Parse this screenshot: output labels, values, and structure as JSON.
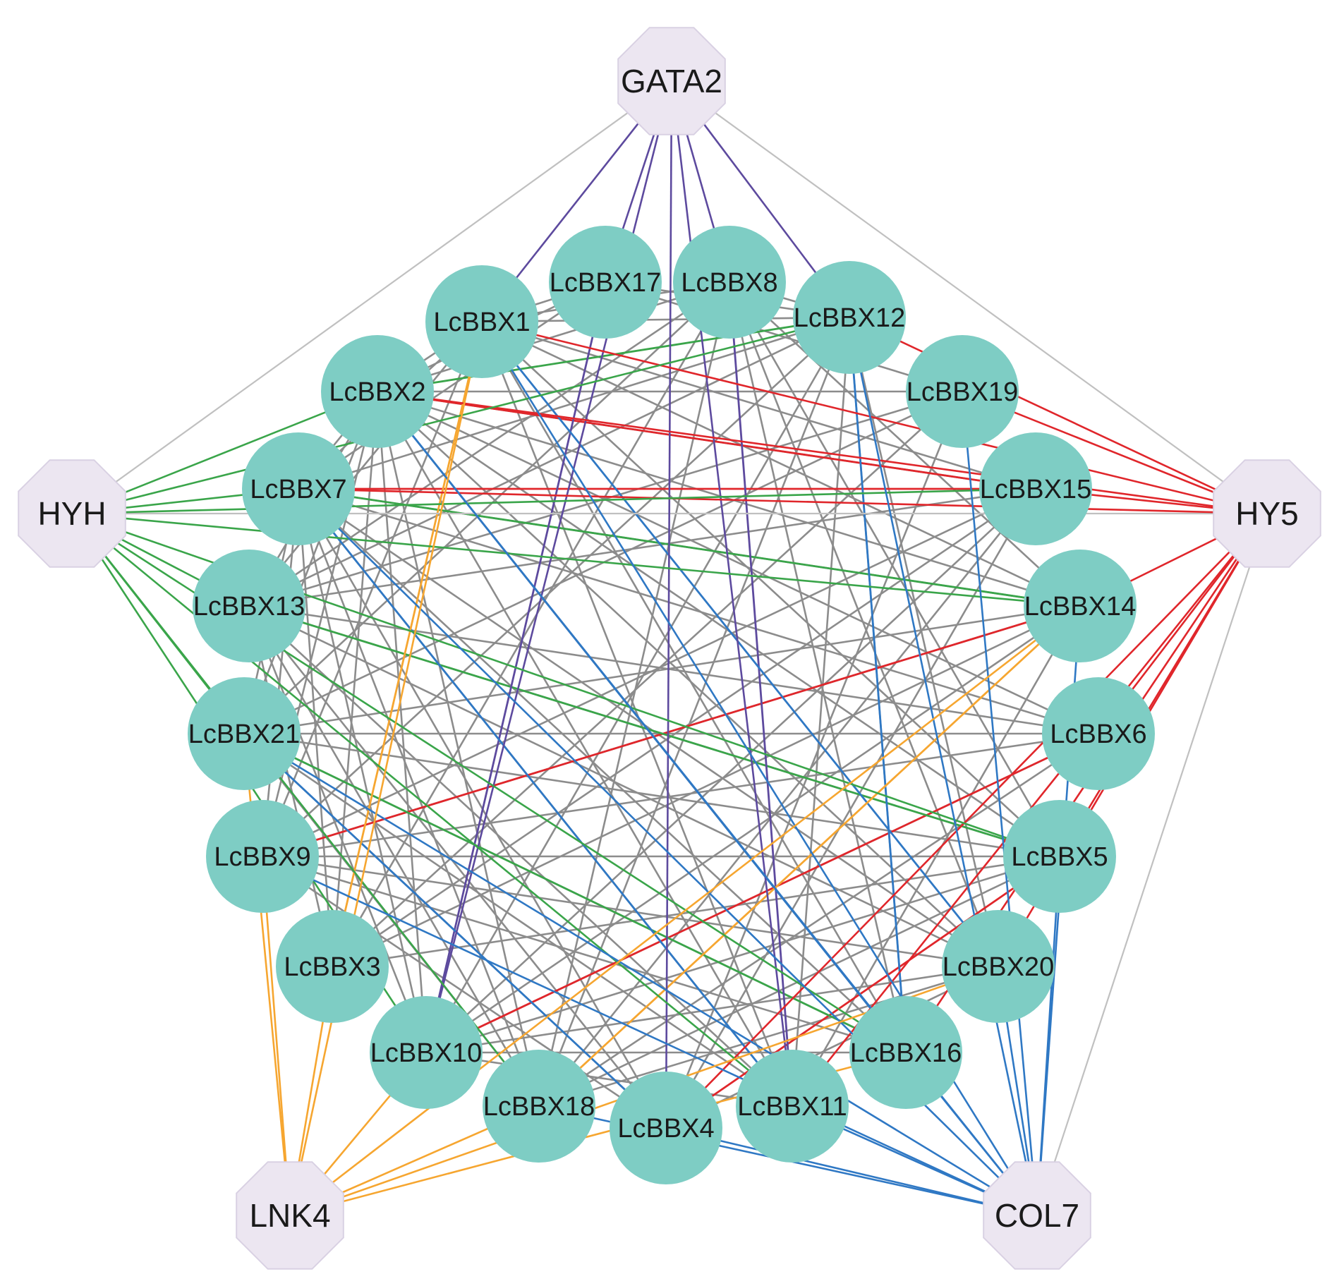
{
  "colors": {
    "member_fill": "#7ecdc4",
    "hub_fill": "#ece6f1",
    "hub_stroke": "#d9d1e3",
    "edge_member": "#8c8c8c",
    "edge_hub": "#c0c0c0",
    "edge_hy5": "#e0262b",
    "edge_hyh": "#3aa54a",
    "edge_gata2": "#5d4a9e",
    "edge_col7": "#2f78c4",
    "edge_lnk4": "#f6a630"
  },
  "hubs": [
    {
      "id": "GATA2",
      "label": "GATA2",
      "icon": "octagon",
      "color_key": "edge_gata2"
    },
    {
      "id": "HYH",
      "label": "HYH",
      "icon": "octagon",
      "color_key": "edge_hyh"
    },
    {
      "id": "HY5",
      "label": "HY5",
      "icon": "octagon",
      "color_key": "edge_hy5"
    },
    {
      "id": "LNK4",
      "label": "LNK4",
      "icon": "octagon",
      "color_key": "edge_lnk4"
    },
    {
      "id": "COL7",
      "label": "COL7",
      "icon": "octagon",
      "color_key": "edge_col7"
    }
  ],
  "members": [
    {
      "id": "LcBBX1",
      "label": "LcBBX1"
    },
    {
      "id": "LcBBX17",
      "label": "LcBBX17"
    },
    {
      "id": "LcBBX8",
      "label": "LcBBX8"
    },
    {
      "id": "LcBBX12",
      "label": "LcBBX12"
    },
    {
      "id": "LcBBX19",
      "label": "LcBBX19"
    },
    {
      "id": "LcBBX15",
      "label": "LcBBX15"
    },
    {
      "id": "LcBBX14",
      "label": "LcBBX14"
    },
    {
      "id": "LcBBX6",
      "label": "LcBBX6"
    },
    {
      "id": "LcBBX5",
      "label": "LcBBX5"
    },
    {
      "id": "LcBBX20",
      "label": "LcBBX20"
    },
    {
      "id": "LcBBX16",
      "label": "LcBBX16"
    },
    {
      "id": "LcBBX11",
      "label": "LcBBX11"
    },
    {
      "id": "LcBBX4",
      "label": "LcBBX4"
    },
    {
      "id": "LcBBX18",
      "label": "LcBBX18"
    },
    {
      "id": "LcBBX10",
      "label": "LcBBX10"
    },
    {
      "id": "LcBBX3",
      "label": "LcBBX3"
    },
    {
      "id": "LcBBX9",
      "label": "LcBBX9"
    },
    {
      "id": "LcBBX21",
      "label": "LcBBX21"
    },
    {
      "id": "LcBBX13",
      "label": "LcBBX13"
    },
    {
      "id": "LcBBX7",
      "label": "LcBBX7"
    },
    {
      "id": "LcBBX2",
      "label": "LcBBX2"
    }
  ],
  "hub_edges": [
    [
      "GATA2",
      "HYH"
    ],
    [
      "GATA2",
      "HY5"
    ],
    [
      "HY5",
      "COL7"
    ],
    [
      "HYH",
      "HY5"
    ],
    [
      "GATA2",
      "LcBBX1"
    ],
    [
      "GATA2",
      "LcBBX17"
    ],
    [
      "GATA2",
      "LcBBX8"
    ],
    [
      "GATA2",
      "LcBBX12"
    ],
    [
      "GATA2",
      "LcBBX4"
    ],
    [
      "GATA2",
      "LcBBX11"
    ],
    [
      "GATA2",
      "LcBBX10"
    ],
    [
      "HY5",
      "LcBBX1"
    ],
    [
      "HY5",
      "LcBBX12"
    ],
    [
      "HY5",
      "LcBBX19"
    ],
    [
      "HY5",
      "LcBBX15"
    ],
    [
      "HY5",
      "LcBBX14"
    ],
    [
      "HY5",
      "LcBBX6"
    ],
    [
      "HY5",
      "LcBBX5"
    ],
    [
      "HY5",
      "LcBBX20"
    ],
    [
      "HY5",
      "LcBBX16"
    ],
    [
      "HY5",
      "LcBBX11"
    ],
    [
      "HY5",
      "LcBBX4"
    ],
    [
      "HY5",
      "LcBBX2"
    ],
    [
      "HY5",
      "LcBBX7"
    ],
    [
      "HYH",
      "LcBBX2"
    ],
    [
      "HYH",
      "LcBBX7"
    ],
    [
      "HYH",
      "LcBBX13"
    ],
    [
      "HYH",
      "LcBBX21"
    ],
    [
      "HYH",
      "LcBBX12"
    ],
    [
      "HYH",
      "LcBBX15"
    ],
    [
      "HYH",
      "LcBBX14"
    ],
    [
      "HYH",
      "LcBBX5"
    ],
    [
      "HYH",
      "LcBBX16"
    ],
    [
      "HYH",
      "LcBBX11"
    ],
    [
      "HYH",
      "LcBBX18"
    ],
    [
      "HYH",
      "LcBBX10"
    ],
    [
      "COL7",
      "LcBBX2"
    ],
    [
      "COL7",
      "LcBBX7"
    ],
    [
      "COL7",
      "LcBBX1"
    ],
    [
      "COL7",
      "LcBBX12"
    ],
    [
      "COL7",
      "LcBBX19"
    ],
    [
      "COL7",
      "LcBBX14"
    ],
    [
      "COL7",
      "LcBBX5"
    ],
    [
      "COL7",
      "LcBBX20"
    ],
    [
      "COL7",
      "LcBBX16"
    ],
    [
      "COL7",
      "LcBBX11"
    ],
    [
      "COL7",
      "LcBBX4"
    ],
    [
      "COL7",
      "LcBBX18"
    ],
    [
      "COL7",
      "LcBBX21"
    ],
    [
      "COL7",
      "LcBBX9"
    ],
    [
      "LNK4",
      "LcBBX1"
    ],
    [
      "LNK4",
      "LcBBX21"
    ],
    [
      "LNK4",
      "LcBBX9"
    ],
    [
      "LNK4",
      "LcBBX3"
    ],
    [
      "LNK4",
      "LcBBX10"
    ],
    [
      "LNK4",
      "LcBBX14"
    ],
    [
      "LNK4",
      "LcBBX20"
    ],
    [
      "LNK4",
      "LcBBX16"
    ],
    [
      "LNK4",
      "LcBBX18"
    ]
  ],
  "member_edges": [
    [
      "LcBBX1",
      "LcBBX17"
    ],
    [
      "LcBBX1",
      "LcBBX8"
    ],
    [
      "LcBBX1",
      "LcBBX12"
    ],
    [
      "LcBBX1",
      "LcBBX15"
    ],
    [
      "LcBBX1",
      "LcBBX14"
    ],
    [
      "LcBBX1",
      "LcBBX5"
    ],
    [
      "LcBBX1",
      "LcBBX16"
    ],
    [
      "LcBBX1",
      "LcBBX11"
    ],
    [
      "LcBBX1",
      "LcBBX9"
    ],
    [
      "LcBBX1",
      "LcBBX13"
    ],
    [
      "LcBBX1",
      "LcBBX7"
    ],
    [
      "LcBBX1",
      "LcBBX2"
    ],
    [
      "LcBBX17",
      "LcBBX12"
    ],
    [
      "LcBBX17",
      "LcBBX2"
    ],
    [
      "LcBBX17",
      "LcBBX7"
    ],
    [
      "LcBBX17",
      "LcBBX19"
    ],
    [
      "LcBBX8",
      "LcBBX12"
    ],
    [
      "LcBBX8",
      "LcBBX2"
    ],
    [
      "LcBBX8",
      "LcBBX13"
    ],
    [
      "LcBBX8",
      "LcBBX21"
    ],
    [
      "LcBBX8",
      "LcBBX3"
    ],
    [
      "LcBBX8",
      "LcBBX14"
    ],
    [
      "LcBBX8",
      "LcBBX5"
    ],
    [
      "LcBBX8",
      "LcBBX20"
    ],
    [
      "LcBBX8",
      "LcBBX16"
    ],
    [
      "LcBBX8",
      "LcBBX18"
    ],
    [
      "LcBBX12",
      "LcBBX7"
    ],
    [
      "LcBBX12",
      "LcBBX13"
    ],
    [
      "LcBBX12",
      "LcBBX9"
    ],
    [
      "LcBBX12",
      "LcBBX10"
    ],
    [
      "LcBBX12",
      "LcBBX18"
    ],
    [
      "LcBBX12",
      "LcBBX11"
    ],
    [
      "LcBBX12",
      "LcBBX16"
    ],
    [
      "LcBBX12",
      "LcBBX20"
    ],
    [
      "LcBBX19",
      "LcBBX2"
    ],
    [
      "LcBBX19",
      "LcBBX13"
    ],
    [
      "LcBBX19",
      "LcBBX21"
    ],
    [
      "LcBBX19",
      "LcBBX3"
    ],
    [
      "LcBBX19",
      "LcBBX4"
    ],
    [
      "LcBBX15",
      "LcBBX2"
    ],
    [
      "LcBBX15",
      "LcBBX13"
    ],
    [
      "LcBBX15",
      "LcBBX9"
    ],
    [
      "LcBBX15",
      "LcBBX3"
    ],
    [
      "LcBBX15",
      "LcBBX10"
    ],
    [
      "LcBBX15",
      "LcBBX18"
    ],
    [
      "LcBBX15",
      "LcBBX4"
    ],
    [
      "LcBBX14",
      "LcBBX2"
    ],
    [
      "LcBBX14",
      "LcBBX7"
    ],
    [
      "LcBBX14",
      "LcBBX21"
    ],
    [
      "LcBBX14",
      "LcBBX3"
    ],
    [
      "LcBBX14",
      "LcBBX10"
    ],
    [
      "LcBBX14",
      "LcBBX11"
    ],
    [
      "LcBBX6",
      "LcBBX13"
    ],
    [
      "LcBBX6",
      "LcBBX21"
    ],
    [
      "LcBBX6",
      "LcBBX9"
    ],
    [
      "LcBBX6",
      "LcBBX10"
    ],
    [
      "LcBBX6",
      "LcBBX18"
    ],
    [
      "LcBBX6",
      "LcBBX2"
    ],
    [
      "LcBBX6",
      "LcBBX7"
    ],
    [
      "LcBBX5",
      "LcBBX9"
    ],
    [
      "LcBBX5",
      "LcBBX13"
    ],
    [
      "LcBBX5",
      "LcBBX21"
    ],
    [
      "LcBBX5",
      "LcBBX3"
    ],
    [
      "LcBBX5",
      "LcBBX10"
    ],
    [
      "LcBBX5",
      "LcBBX18"
    ],
    [
      "LcBBX5",
      "LcBBX2"
    ],
    [
      "LcBBX20",
      "LcBBX2"
    ],
    [
      "LcBBX20",
      "LcBBX7"
    ],
    [
      "LcBBX20",
      "LcBBX13"
    ],
    [
      "LcBBX20",
      "LcBBX9"
    ],
    [
      "LcBBX20",
      "LcBBX10"
    ],
    [
      "LcBBX20",
      "LcBBX18"
    ],
    [
      "LcBBX20",
      "LcBBX4"
    ],
    [
      "LcBBX16",
      "LcBBX7"
    ],
    [
      "LcBBX16",
      "LcBBX21"
    ],
    [
      "LcBBX16",
      "LcBBX9"
    ],
    [
      "LcBBX16",
      "LcBBX10"
    ],
    [
      "LcBBX16",
      "LcBBX2"
    ],
    [
      "LcBBX11",
      "LcBBX7"
    ],
    [
      "LcBBX11",
      "LcBBX13"
    ],
    [
      "LcBBX11",
      "LcBBX21"
    ],
    [
      "LcBBX11",
      "LcBBX2"
    ],
    [
      "LcBBX11",
      "LcBBX10"
    ],
    [
      "LcBBX4",
      "LcBBX7"
    ],
    [
      "LcBBX4",
      "LcBBX13"
    ],
    [
      "LcBBX4",
      "LcBBX21"
    ],
    [
      "LcBBX4",
      "LcBBX9"
    ],
    [
      "LcBBX18",
      "LcBBX7"
    ],
    [
      "LcBBX18",
      "LcBBX13"
    ],
    [
      "LcBBX18",
      "LcBBX21"
    ],
    [
      "LcBBX18",
      "LcBBX2"
    ],
    [
      "LcBBX10",
      "LcBBX7"
    ],
    [
      "LcBBX10",
      "LcBBX13"
    ],
    [
      "LcBBX10",
      "LcBBX2"
    ],
    [
      "LcBBX3",
      "LcBBX7"
    ],
    [
      "LcBBX3",
      "LcBBX13"
    ],
    [
      "LcBBX3",
      "LcBBX2"
    ],
    [
      "LcBBX9",
      "LcBBX7"
    ],
    [
      "LcBBX9",
      "LcBBX2"
    ],
    [
      "LcBBX9",
      "LcBBX14"
    ],
    [
      "LcBBX21",
      "LcBBX7"
    ],
    [
      "LcBBX21",
      "LcBBX2"
    ],
    [
      "LcBBX13",
      "LcBBX2"
    ],
    [
      "LcBBX7",
      "LcBBX2"
    ]
  ],
  "special_member_edges": [
    {
      "from": "LcBBX9",
      "to": "LcBBX14",
      "color_key": "edge_hy5"
    },
    {
      "from": "LcBBX10",
      "to": "LcBBX6",
      "color_key": "edge_hy5"
    },
    {
      "from": "LcBBX4",
      "to": "LcBBX5",
      "color_key": "edge_hy5"
    },
    {
      "from": "LcBBX7",
      "to": "LcBBX15",
      "color_key": "edge_hy5"
    },
    {
      "from": "LcBBX2",
      "to": "LcBBX15",
      "color_key": "edge_hy5"
    },
    {
      "from": "LcBBX13",
      "to": "LcBBX5",
      "color_key": "edge_hyh"
    },
    {
      "from": "LcBBX7",
      "to": "LcBBX14",
      "color_key": "edge_hyh"
    },
    {
      "from": "LcBBX21",
      "to": "LcBBX16",
      "color_key": "edge_hyh"
    },
    {
      "from": "LcBBX2",
      "to": "LcBBX12",
      "color_key": "edge_hyh"
    },
    {
      "from": "LcBBX17",
      "to": "LcBBX10",
      "color_key": "edge_gata2"
    },
    {
      "from": "LcBBX8",
      "to": "LcBBX11",
      "color_key": "edge_gata2"
    },
    {
      "from": "LcBBX2",
      "to": "LcBBX16",
      "color_key": "edge_col7"
    },
    {
      "from": "LcBBX7",
      "to": "LcBBX11",
      "color_key": "edge_col7"
    },
    {
      "from": "LcBBX1",
      "to": "LcBBX20",
      "color_key": "edge_col7"
    },
    {
      "from": "LcBBX12",
      "to": "LcBBX16",
      "color_key": "edge_col7"
    },
    {
      "from": "LcBBX21",
      "to": "LcBBX4",
      "color_key": "edge_col7"
    },
    {
      "from": "LcBBX1",
      "to": "LcBBX3",
      "color_key": "edge_lnk4"
    },
    {
      "from": "LcBBX14",
      "to": "LcBBX18",
      "color_key": "edge_lnk4"
    }
  ]
}
